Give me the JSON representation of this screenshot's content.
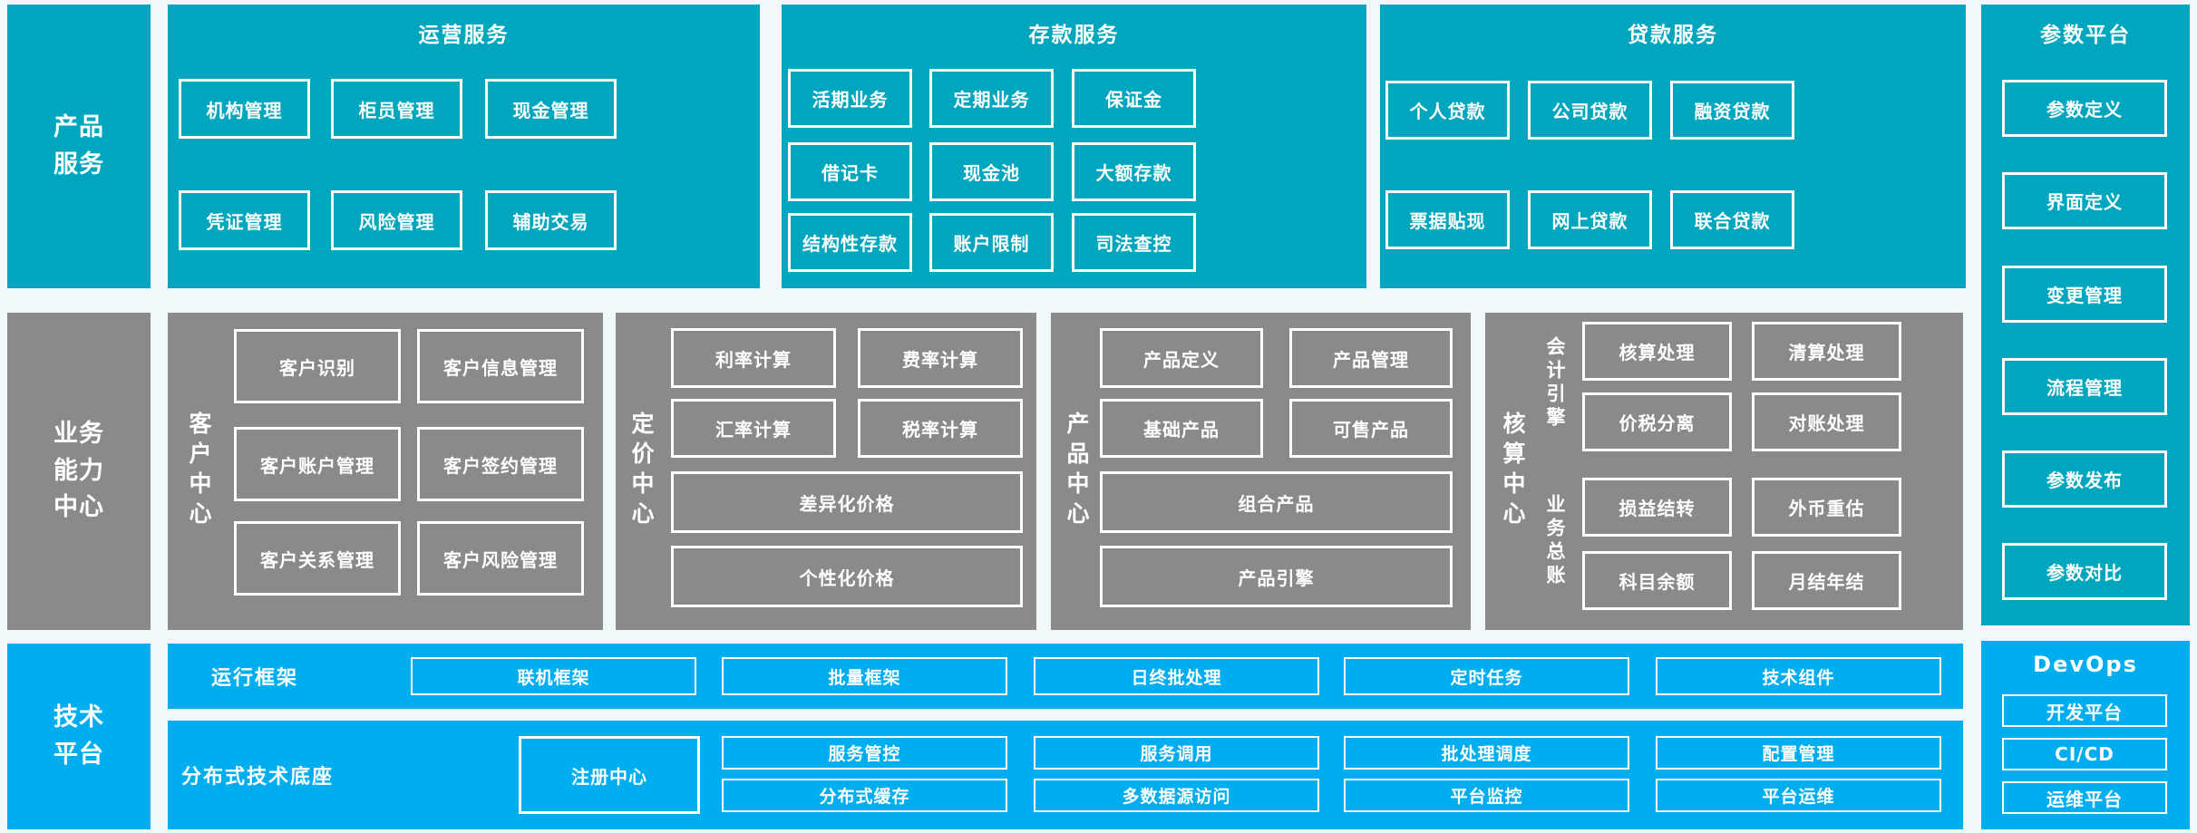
{
  "palette": {
    "teal": "#00a6bd",
    "gray": "#8a8a8a",
    "blue": "#00aeef",
    "background": "#f1f8fb",
    "text": "#ffffff"
  },
  "left_rail": {
    "products": "产品服务",
    "business": "业务能力中心",
    "tech": "技术平台"
  },
  "top": {
    "operations": {
      "title": "运营服务",
      "items": [
        "机构管理",
        "柜员管理",
        "现金管理",
        "凭证管理",
        "风险管理",
        "辅助交易"
      ]
    },
    "deposit": {
      "title": "存款服务",
      "items": [
        "活期业务",
        "定期业务",
        "保证金",
        "借记卡",
        "现金池",
        "大额存款",
        "结构性存款",
        "账户限制",
        "司法查控"
      ]
    },
    "loan": {
      "title": "贷款服务",
      "items": [
        "个人贷款",
        "公司贷款",
        "融资贷款",
        "票据贴现",
        "网上贷款",
        "联合贷款"
      ]
    }
  },
  "middle": {
    "customer": {
      "label": "客户中心",
      "items": [
        "客户识别",
        "客户信息管理",
        "客户账户管理",
        "客户签约管理",
        "客户关系管理",
        "客户风险管理"
      ]
    },
    "pricing": {
      "label": "定价中心",
      "grid": [
        "利率计算",
        "费率计算",
        "汇率计算",
        "税率计算"
      ],
      "wide": [
        "差异化价格",
        "个性化价格"
      ]
    },
    "product": {
      "label": "产品中心",
      "grid": [
        "产品定义",
        "产品管理",
        "基础产品",
        "可售产品"
      ],
      "wide": [
        "组合产品",
        "产品引擎"
      ]
    },
    "accounting": {
      "label": "核算中心",
      "groups": [
        {
          "label": "会计引擎",
          "items": [
            "核算处理",
            "清算处理",
            "价税分离",
            "对账处理"
          ]
        },
        {
          "label": "业务总账",
          "items": [
            "损益结转",
            "外币重估",
            "科目余额",
            "月结年结"
          ]
        }
      ]
    }
  },
  "right": {
    "param_platform": {
      "title": "参数平台",
      "items": [
        "参数定义",
        "界面定义",
        "变更管理",
        "流程管理",
        "参数发布",
        "参数对比"
      ]
    },
    "devops": {
      "title": "DevOps",
      "items": [
        "开发平台",
        "CI/CD",
        "运维平台"
      ]
    }
  },
  "bottom": {
    "runtime": {
      "label": "运行框架",
      "items": [
        "联机框架",
        "批量框架",
        "日终批处理",
        "定时任务",
        "技术组件"
      ]
    },
    "distributed": {
      "label": "分布式技术底座",
      "registry": "注册中心",
      "grid": [
        [
          "服务管控",
          "服务调用",
          "批处理调度",
          "配置管理"
        ],
        [
          "分布式缓存",
          "多数据源访问",
          "平台监控",
          "平台运维"
        ]
      ]
    }
  }
}
